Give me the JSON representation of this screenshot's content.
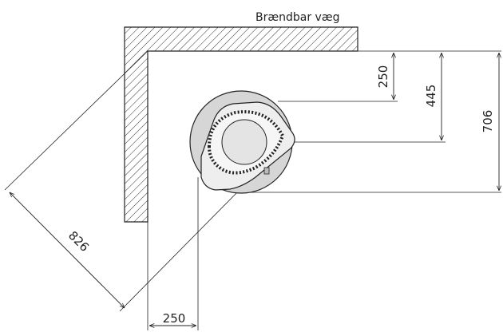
{
  "wall_label": "Brændbar væg",
  "dimensions": {
    "front_clearance": "250",
    "centre_to_wall": "445",
    "depth_total": "706",
    "diagonal": "826",
    "side_clearance": "250"
  },
  "colors": {
    "line": "#222222",
    "stove_body": "#d6d6d6",
    "stove_top": "#eeeeee",
    "hatch": "#333333"
  }
}
